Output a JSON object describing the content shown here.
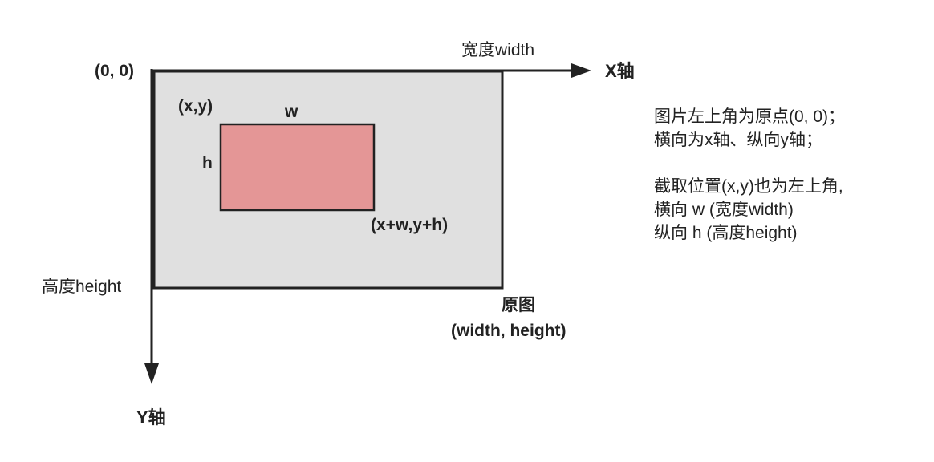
{
  "colors": {
    "axis": "#222222",
    "image_fill": "#e0e0e0",
    "crop_fill": "#e49696",
    "stroke": "#222222"
  },
  "labels": {
    "origin": "(0, 0)",
    "x_axis": "X轴",
    "y_axis": "Y轴",
    "width": "宽度width",
    "height": "高度height",
    "crop_origin": "(x,y)",
    "crop_w": "w",
    "crop_h": "h",
    "crop_corner": "(x+w,y+h)",
    "image_title": "原图",
    "image_size": "(width, height)"
  },
  "notes": [
    "图片左上角为原点(0, 0)；",
    "横向为x轴、纵向y轴；",
    "",
    "截取位置(x,y)也为左上角,",
    "横向 w (宽度width)",
    "纵向 h (高度height)"
  ]
}
